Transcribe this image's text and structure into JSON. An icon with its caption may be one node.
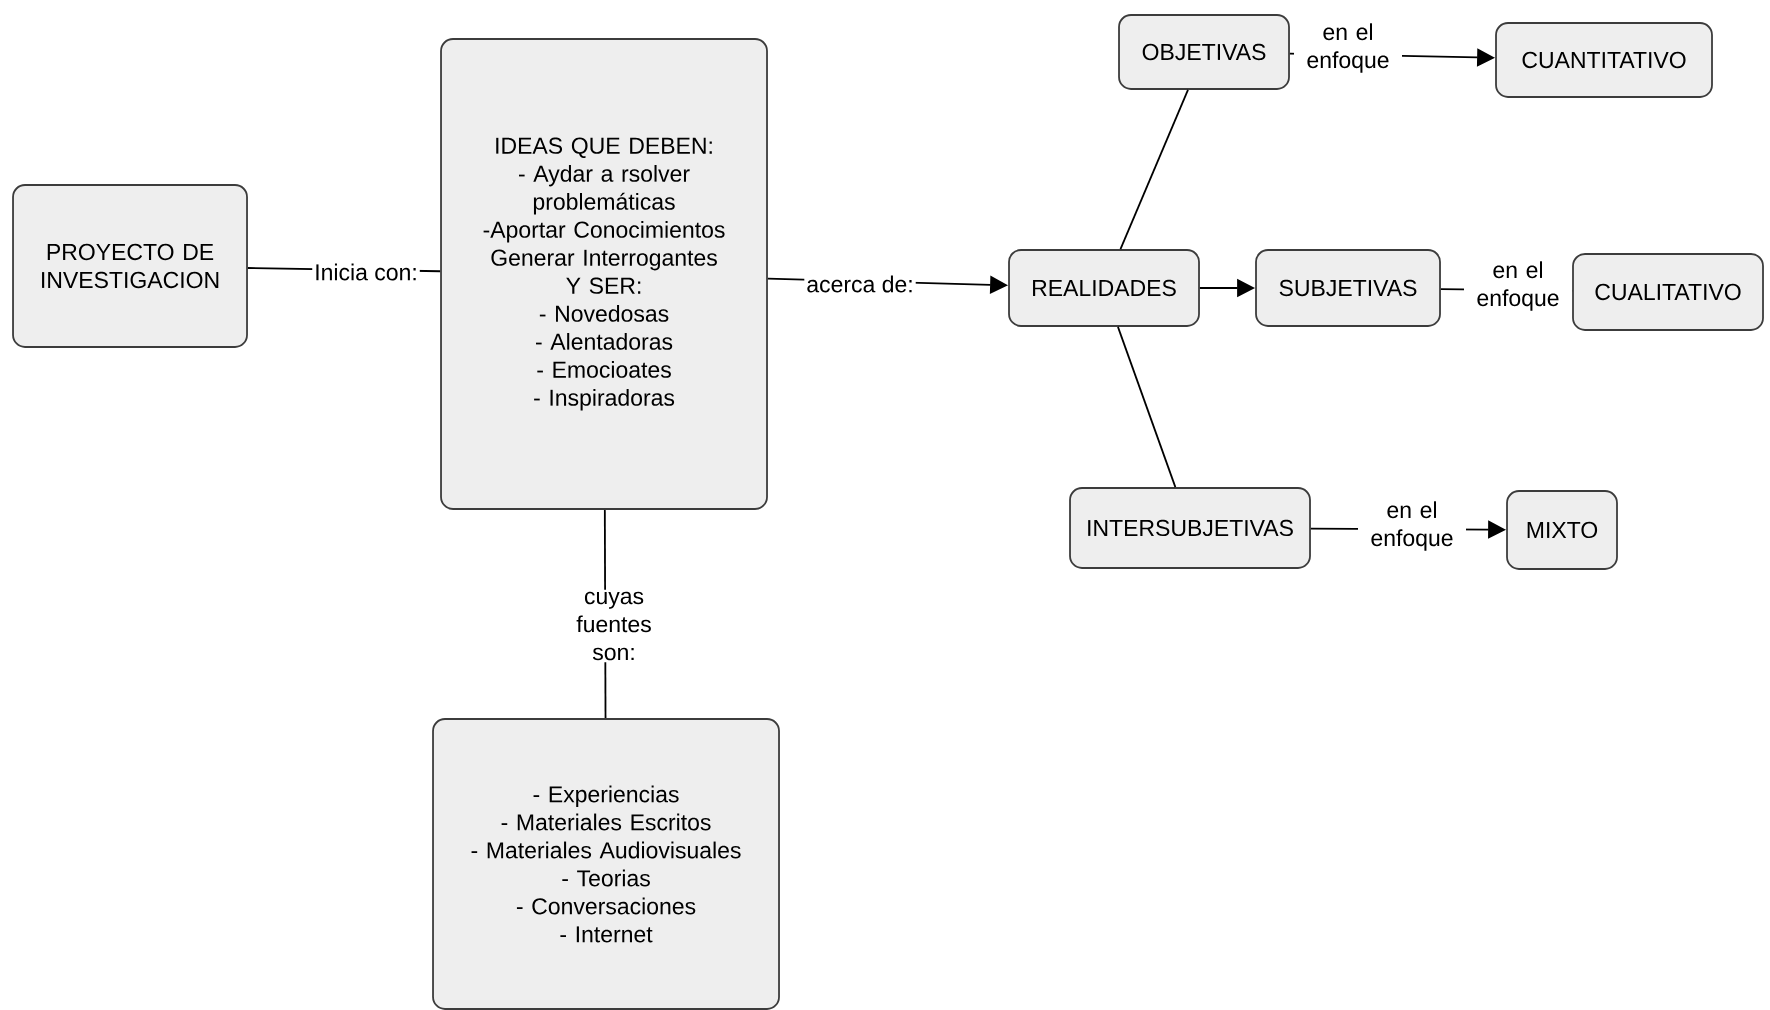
{
  "diagram": {
    "nodes": [
      {
        "text": [
          "PROYECTO DE INVESTIGACION"
        ]
      },
      {
        "text": [
          "IDEAS QUE DEBEN:",
          "- Aydar a rsolver problemáticas",
          "-Aportar Conocimientos",
          "Generar Interrogantes",
          "Y SER:",
          "- Novedosas",
          "- Alentadoras",
          "- Emocioates",
          "- Inspiradoras"
        ]
      },
      {
        "text": [
          "REALIDADES"
        ]
      },
      {
        "text": [
          "OBJETIVAS"
        ]
      },
      {
        "text": [
          "CUANTITATIVO"
        ]
      },
      {
        "text": [
          "SUBJETIVAS"
        ]
      },
      {
        "text": [
          "CUALITATIVO"
        ]
      },
      {
        "text": [
          "INTERSUBJETIVAS"
        ]
      },
      {
        "text": [
          "MIXTO"
        ]
      },
      {
        "text": [
          "- Experiencias",
          "- Materiales Escritos",
          "- Materiales Audiovisuales",
          "- Teorias",
          "- Conversaciones",
          "- Internet"
        ]
      }
    ],
    "edges": [
      {
        "from": 0,
        "to": 1,
        "arrow": "none",
        "label": "Inicia con:"
      },
      {
        "from": 1,
        "to": 2,
        "arrow": "to",
        "label": "acerca de:"
      },
      {
        "from": 1,
        "to": 9,
        "arrow": "none",
        "label": "cuyas fuentes son:"
      },
      {
        "from": 2,
        "to": 3,
        "arrow": "none"
      },
      {
        "from": 2,
        "to": 5,
        "arrow": "to"
      },
      {
        "from": 2,
        "to": 7,
        "arrow": "none"
      },
      {
        "from": 3,
        "to": 4,
        "arrow": "to",
        "label": "en el enfoque"
      },
      {
        "from": 5,
        "to": 6,
        "arrow": "none",
        "label": "en el enfoque"
      },
      {
        "from": 7,
        "to": 8,
        "arrow": "to",
        "label": "en el enfoque"
      }
    ]
  }
}
